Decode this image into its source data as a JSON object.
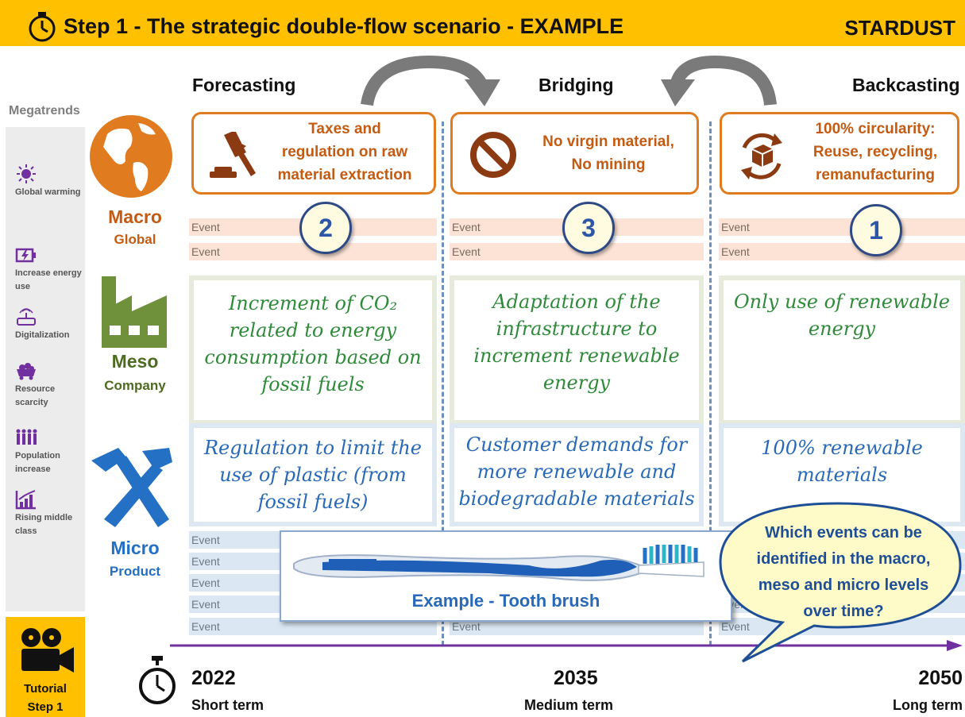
{
  "header": {
    "title": "Step 1 - The strategic double-flow scenario - EXAMPLE",
    "brand": "STARDUST",
    "icon": "stopwatch-icon"
  },
  "columns": {
    "forecasting": "Forecasting",
    "bridging": "Bridging",
    "backcasting": "Backcasting"
  },
  "megatrends": {
    "title": "Megatrends",
    "items": [
      {
        "label": "Global warming",
        "icon": "sun-icon"
      },
      {
        "label": "Increase energy use",
        "icon": "battery-icon"
      },
      {
        "label": "Digitalization",
        "icon": "router-icon"
      },
      {
        "label": "Resource scarcity",
        "icon": "mine-cart-icon"
      },
      {
        "label": "Population increase",
        "icon": "people-icon"
      },
      {
        "label": "Rising middle class",
        "icon": "rising-chart-icon"
      }
    ]
  },
  "tutorial": {
    "label_line1": "Tutorial",
    "label_line2": "Step 1",
    "icon": "movie-camera-icon"
  },
  "levels": {
    "macro": {
      "name": "Macro",
      "sub": "Global",
      "icon": "globe-icon"
    },
    "meso": {
      "name": "Meso",
      "sub": "Company",
      "icon": "factory-icon"
    },
    "micro": {
      "name": "Micro",
      "sub": "Product",
      "icon": "tools-icon"
    }
  },
  "scenarios": {
    "forecasting": {
      "text_lines": [
        "Taxes and",
        "regulation on raw",
        "material extraction"
      ],
      "icon": "gavel-icon",
      "number": "2"
    },
    "bridging": {
      "text_lines": [
        "No virgin material,",
        "No mining"
      ],
      "icon": "prohibited-icon",
      "number": "3"
    },
    "backcasting": {
      "text_lines": [
        "100% circularity:",
        "Reuse, recycling,",
        "remanufacturing"
      ],
      "icon": "recycle-box-icon",
      "number": "1"
    }
  },
  "event_label": "Event",
  "meso_notes": {
    "forecasting": [
      "Increment of CO₂",
      "related to energy",
      "consumption based on",
      "fossil fuels"
    ],
    "bridging": [
      "Adaptation of the",
      "infrastructure to",
      "increment renewable",
      "energy"
    ],
    "backcasting": [
      "Only use of renewable",
      "energy"
    ]
  },
  "micro_notes": {
    "forecasting": [
      "Regulation to limit the",
      "use of plastic (from",
      "fossil fuels)"
    ],
    "bridging": [
      "Customer demands for",
      "more renewable and",
      "biodegradable materials"
    ],
    "backcasting": [
      "100% renewable",
      "materials"
    ]
  },
  "example": {
    "caption": "Example - Tooth brush",
    "image": "toothbrush-image"
  },
  "bubble": {
    "lines": [
      "Which events can be",
      "identified in the macro,",
      "meso and micro levels",
      "over time?"
    ]
  },
  "timeline": {
    "start": {
      "year": "2022",
      "term": "Short term"
    },
    "mid": {
      "year": "2035",
      "term": "Medium term"
    },
    "end": {
      "year": "2050",
      "term": "Long term"
    },
    "icon": "stopwatch-icon"
  }
}
